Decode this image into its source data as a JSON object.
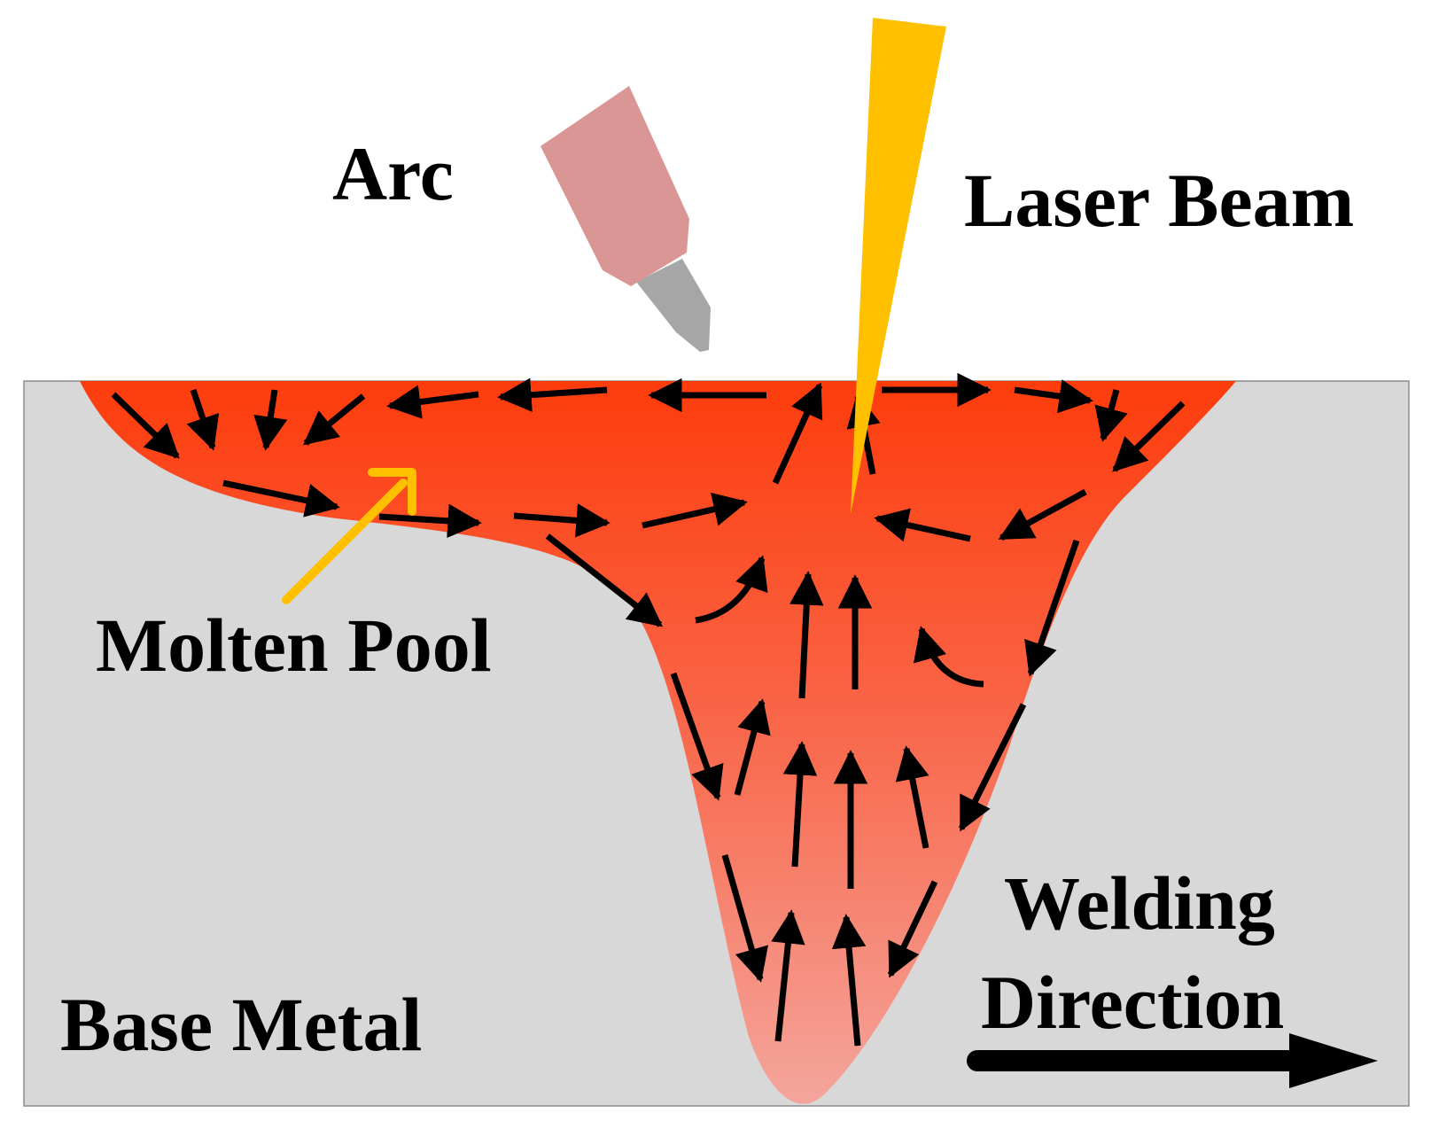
{
  "labels": {
    "arc": "Arc",
    "laser_beam": "Laser Beam",
    "molten_pool": "Molten Pool",
    "base_metal": "Base Metal",
    "welding_line1": "Welding",
    "welding_line2": "Direction"
  },
  "colors": {
    "base_metal": "#d8d8d8",
    "pool_top": "#fd3c0c",
    "pool_bottom": "#f4a59c",
    "laser": "#ffc000",
    "torch_body": "#d99694",
    "electrode": "#a6a6a6",
    "flow_arrow": "#000000",
    "pointer_arrow": "#ffc000"
  },
  "icons": {
    "torch": "arc-torch-icon",
    "laser": "laser-beam-icon",
    "direction": "welding-direction-arrow-icon"
  }
}
